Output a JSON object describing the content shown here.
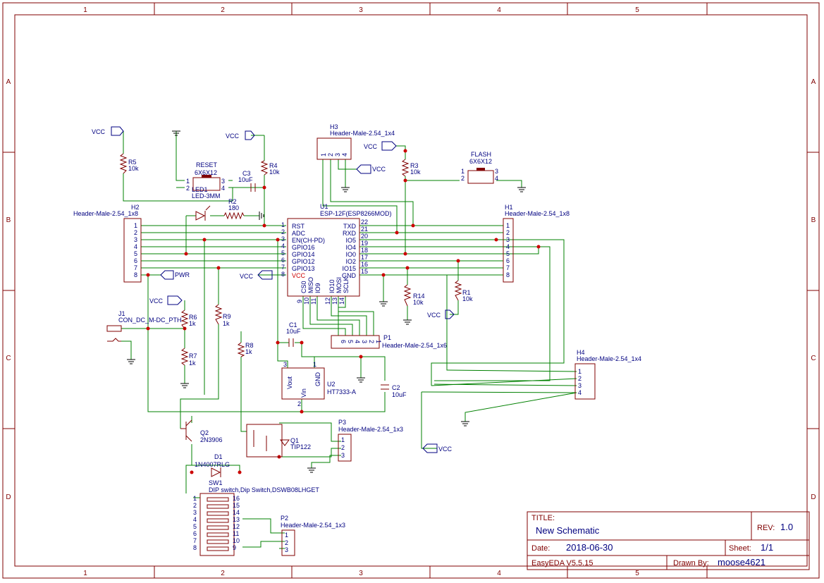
{
  "frame": {
    "columns": [
      "1",
      "2",
      "3",
      "4",
      "5"
    ],
    "rows": [
      "A",
      "B",
      "C",
      "D"
    ]
  },
  "title_block": {
    "title_label": "TITLE:",
    "title": "New Schematic",
    "rev_label": "REV:",
    "rev": "1.0",
    "date_label": "Date:",
    "date": "2018-06-30",
    "sheet_label": "Sheet:",
    "sheet": "1/1",
    "tool": "EasyEDA V5.5.15",
    "drawn_label": "Drawn By:",
    "drawn_by": "moose4621"
  },
  "net_labels": {
    "vcc": "VCC",
    "pwr": "PWR"
  },
  "components": {
    "u1": {
      "ref": "U1",
      "value": "ESP-12F(ESP8266MOD)",
      "left_pins": [
        "RST",
        "ADC",
        "EN(CH-PD)",
        "GPIO16",
        "GPIO14",
        "GPIO12",
        "GPIO13",
        "VCC"
      ],
      "left_nums": [
        "1",
        "2",
        "3",
        "4",
        "5",
        "6",
        "7",
        "8"
      ],
      "right_pins": [
        "TXD",
        "RXD",
        "IO5",
        "IO4",
        "IO0",
        "IO2",
        "IO15",
        "GND"
      ],
      "right_nums": [
        "22",
        "21",
        "20",
        "19",
        "18",
        "17",
        "16",
        "15"
      ],
      "bottom_pins": [
        "CS0",
        "MISO",
        "IO9",
        "IO10",
        "MOSI",
        "SCLK"
      ],
      "bottom_nums": [
        "9",
        "10",
        "11",
        "12",
        "13",
        "14"
      ]
    },
    "h1": {
      "ref": "H1",
      "value": "Header-Male-2.54_1x8",
      "pins": [
        "1",
        "2",
        "3",
        "4",
        "5",
        "6",
        "7",
        "8"
      ]
    },
    "h2": {
      "ref": "H2",
      "value": "Header-Male-2.54_1x8",
      "pins": [
        "1",
        "2",
        "3",
        "4",
        "5",
        "6",
        "7",
        "8"
      ]
    },
    "h3": {
      "ref": "H3",
      "value": "Header-Male-2.54_1x4",
      "pins": [
        "1",
        "2",
        "3",
        "4"
      ]
    },
    "h4": {
      "ref": "H4",
      "value": "Header-Male-2.54_1x4",
      "pins": [
        "1",
        "2",
        "3",
        "4"
      ]
    },
    "p1": {
      "ref": "P1",
      "value": "Header-Male-2.54_1x6",
      "pins": [
        "6",
        "5",
        "4",
        "3",
        "2",
        "1"
      ]
    },
    "p2": {
      "ref": "P2",
      "value": "Header-Male-2.54_1x3",
      "pins": [
        "1",
        "2",
        "3"
      ]
    },
    "p3": {
      "ref": "P3",
      "value": "Header-Male-2.54_1x3",
      "pins": [
        "1",
        "2",
        "3"
      ]
    },
    "reset": {
      "ref": "RESET",
      "value": "6X6X12",
      "pins": [
        "1",
        "2",
        "3",
        "4"
      ]
    },
    "flash": {
      "ref": "FLASH",
      "value": "6X6X12",
      "pins": [
        "1",
        "2",
        "3",
        "4"
      ]
    },
    "led1": {
      "ref": "LED1",
      "value": "LED-3MM"
    },
    "r2": {
      "ref": "R2",
      "value": "180"
    },
    "r3": {
      "ref": "R3",
      "value": "10k"
    },
    "r4": {
      "ref": "R4",
      "value": "10k"
    },
    "r5": {
      "ref": "R5",
      "value": "10k"
    },
    "r6": {
      "ref": "R6",
      "value": "1k"
    },
    "r7": {
      "ref": "R7",
      "value": "1k"
    },
    "r8": {
      "ref": "R8",
      "value": "1k"
    },
    "r9": {
      "ref": "R9",
      "value": "1k"
    },
    "r1": {
      "ref": "R1",
      "value": "10k"
    },
    "r14": {
      "ref": "R14",
      "value": "10k"
    },
    "c1": {
      "ref": "C1",
      "value": "10uF"
    },
    "c2": {
      "ref": "C2",
      "value": "10uF"
    },
    "c3": {
      "ref": "C3",
      "value": "10uF"
    },
    "u2": {
      "ref": "U2",
      "value": "HT7333-A",
      "vout": "Vout",
      "gnd": "GND",
      "vin": "Vin",
      "n1": "1",
      "n2": "2",
      "n3": "3"
    },
    "j1": {
      "ref": "J1",
      "value": "CON_DC_M-DC_PTH"
    },
    "q1": {
      "ref": "Q1",
      "value": "TIP122"
    },
    "q2": {
      "ref": "Q2",
      "value": "2N3906"
    },
    "d1": {
      "ref": "D1",
      "value": "1N4007RLG"
    },
    "sw1": {
      "ref": "SW1",
      "value": "DIP switch,Dip Switch,DSWB08LHGET",
      "left_nums": [
        "1",
        "2",
        "3",
        "4",
        "5",
        "6",
        "7",
        "8"
      ],
      "right_nums": [
        "16",
        "15",
        "14",
        "13",
        "12",
        "11",
        "10",
        "9"
      ]
    }
  }
}
